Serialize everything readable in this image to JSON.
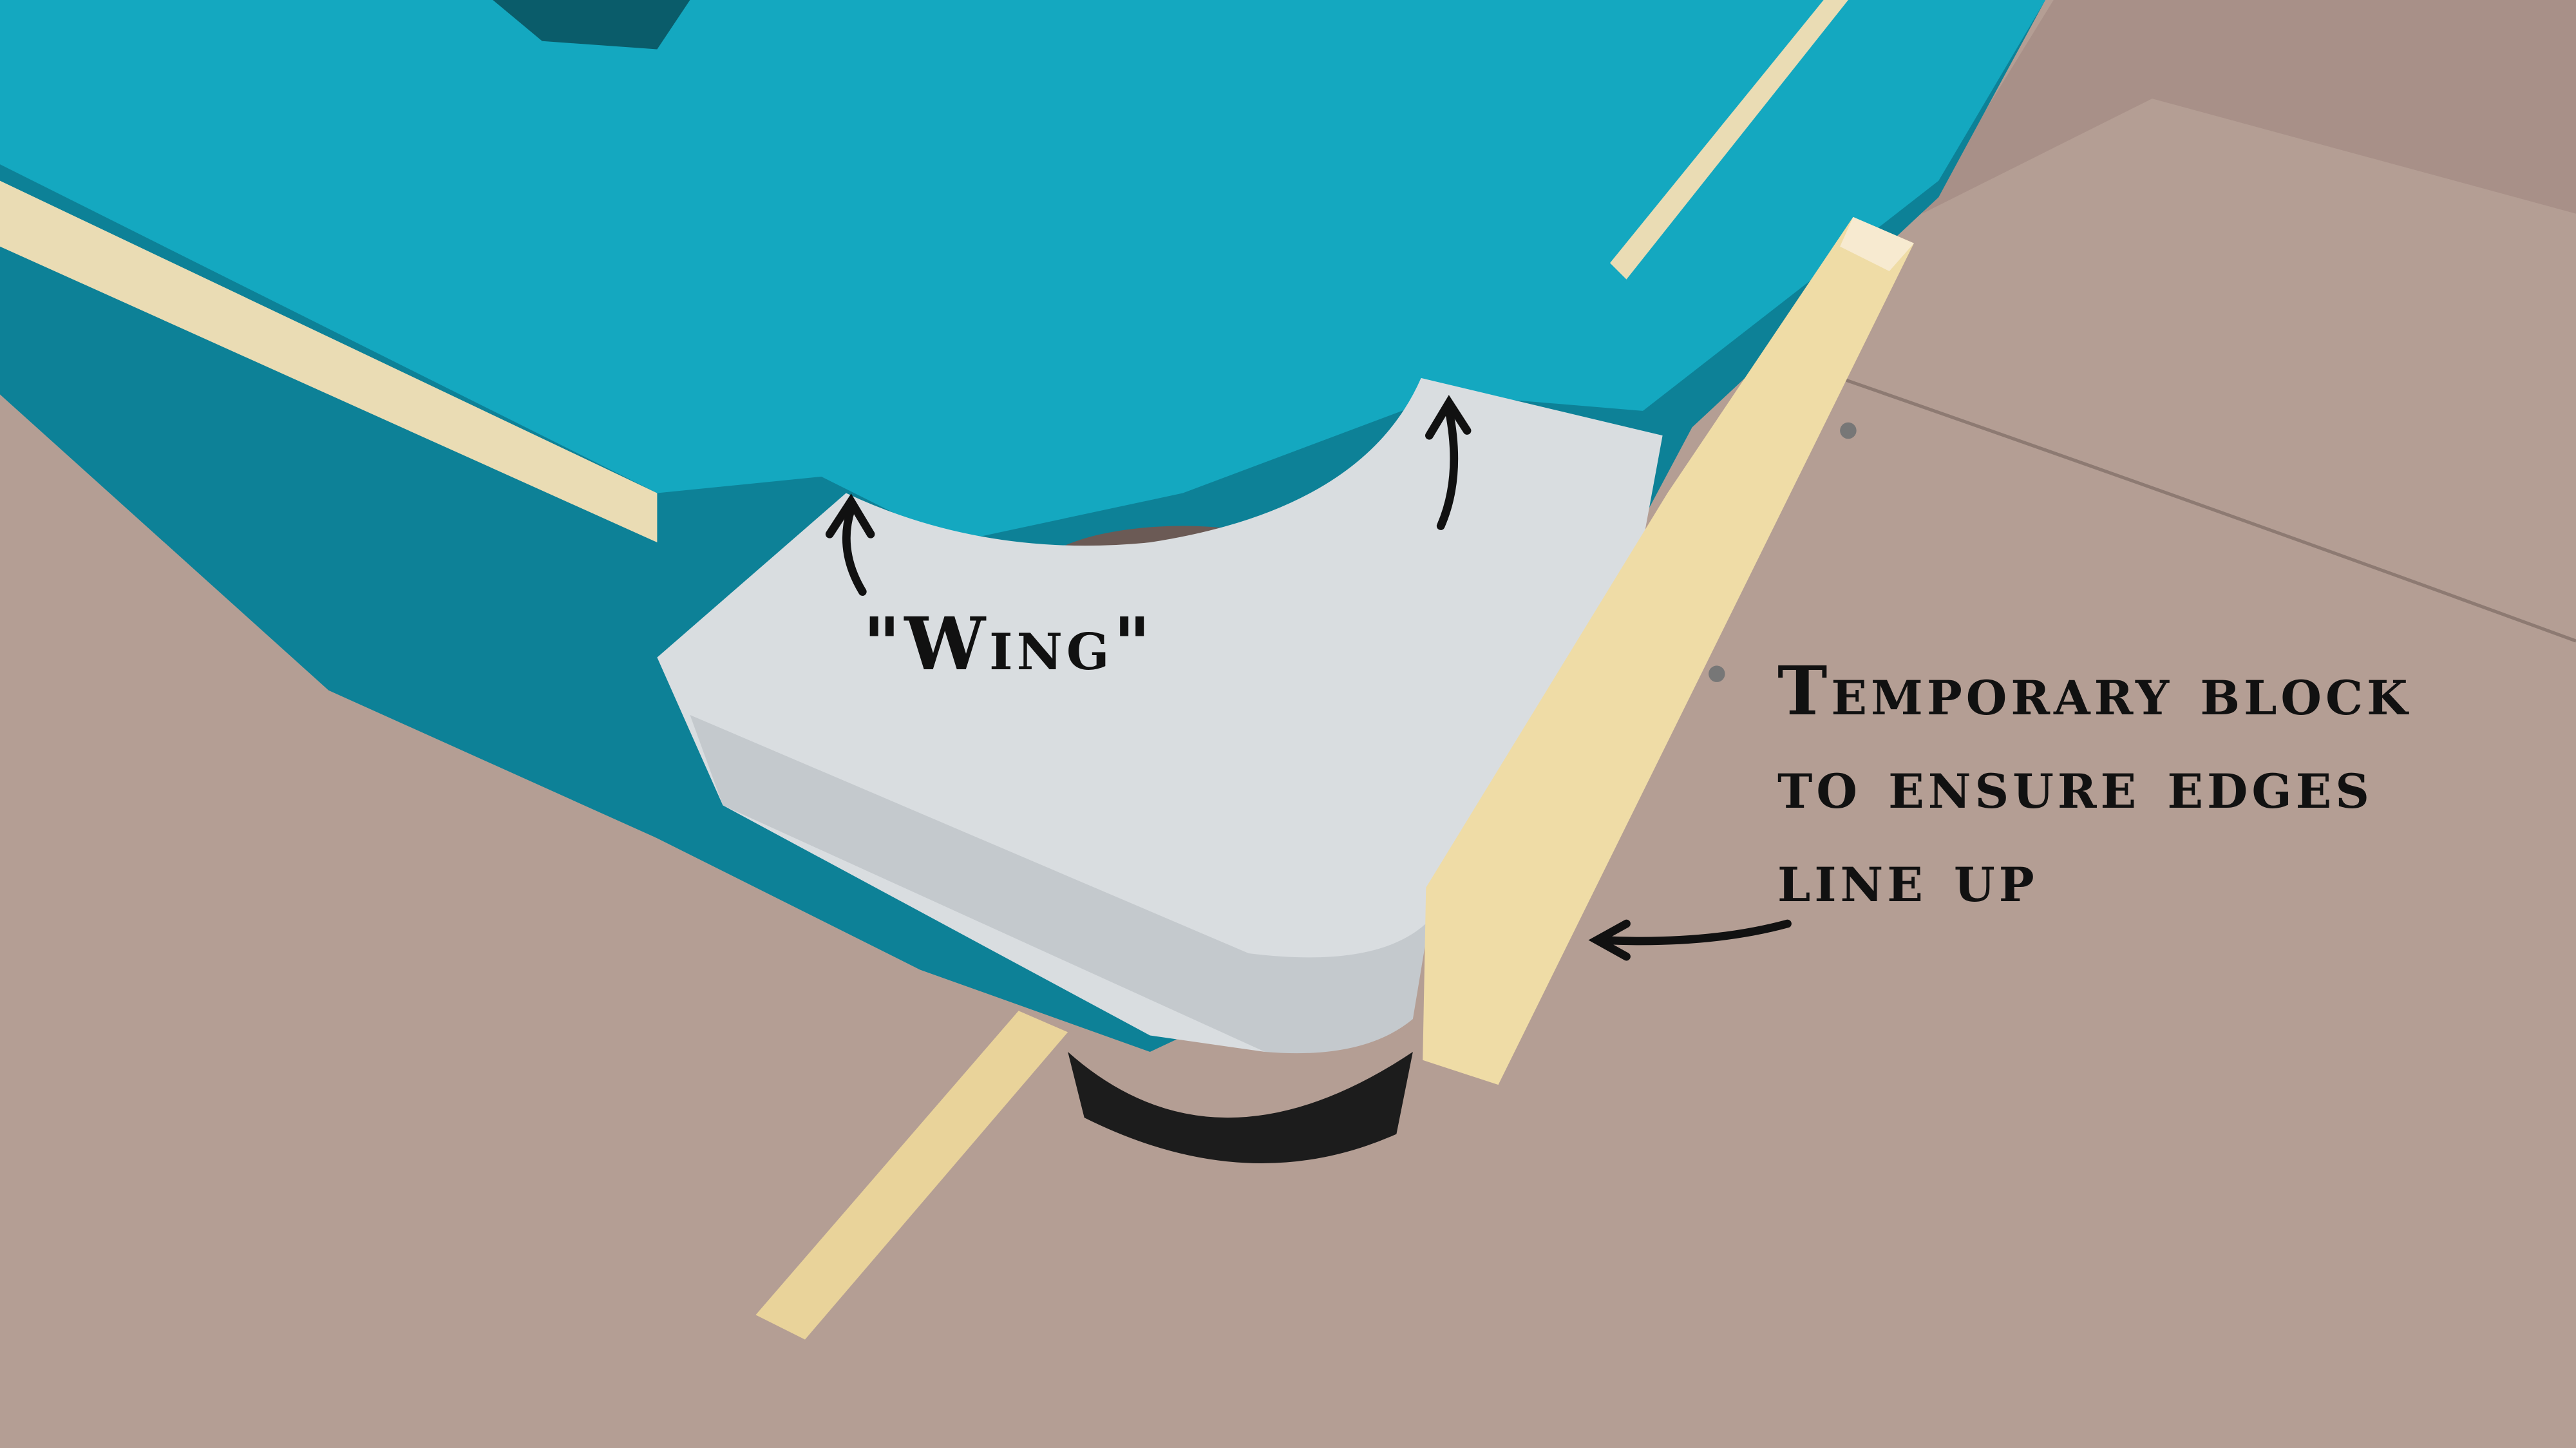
{
  "annotations": {
    "wing_label": "\"Wing\"",
    "block_label_lines": [
      "Temporary block",
      "to ensure edges",
      "line up"
    ]
  },
  "colors": {
    "felt": "#12a6bd",
    "felt_dark": "#0d7f92",
    "floor": "#b49e94",
    "aluminum": "#d9dde0",
    "wood": "#efdca6",
    "ink": "#111111"
  }
}
